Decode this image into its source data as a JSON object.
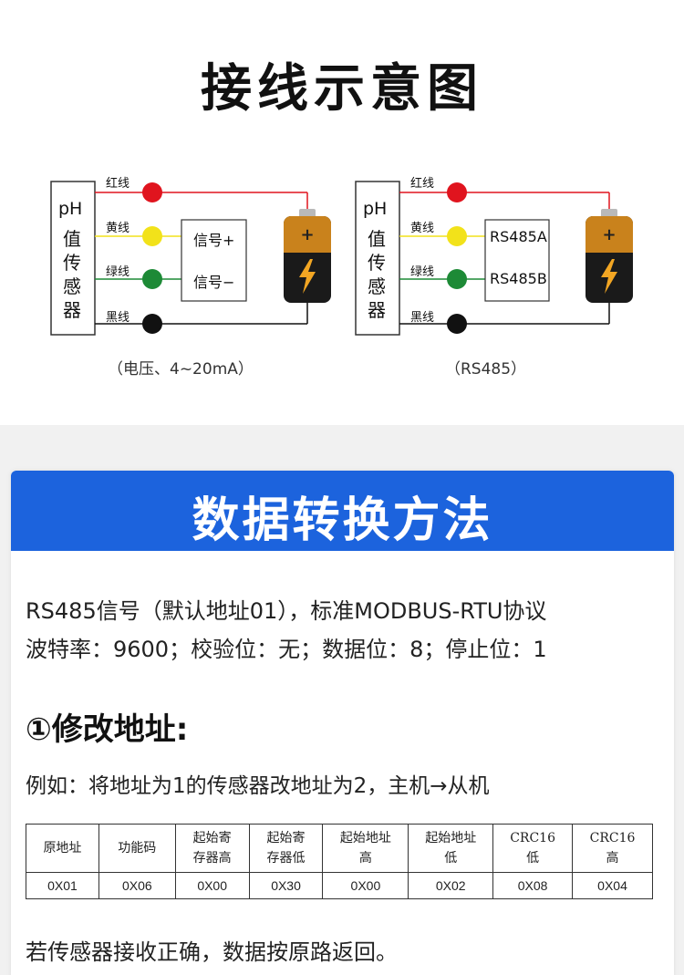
{
  "header": {
    "title": "接线示意图"
  },
  "diagram_left": {
    "sensor_label_top": "pH",
    "sensor_label_chars": [
      "值",
      "传",
      "感",
      "器"
    ],
    "wires": [
      "红线",
      "黄线",
      "绿线",
      "黑线"
    ],
    "terminals": [
      "信号+",
      "信号−"
    ],
    "caption": "（电压、4~20mA）"
  },
  "diagram_right": {
    "sensor_label_top": "pH",
    "sensor_label_chars": [
      "值",
      "传",
      "感",
      "器"
    ],
    "wires": [
      "红线",
      "黄线",
      "绿线",
      "黑线"
    ],
    "terminals": [
      "RS485A",
      "RS485B"
    ],
    "caption": "（RS485）"
  },
  "colors": {
    "red_wire": "#e0141e",
    "yellow_wire": "#f2e21a",
    "green_wire": "#1d8a36",
    "black_wire": "#111111",
    "banner": "#1c63dd"
  },
  "conversion": {
    "title": "数据转换方法",
    "line1": "RS485信号（默认地址01），标准MODBUS-RTU协议",
    "line2": "波特率：9600；校验位：无；数据位：8；停止位：1",
    "section_heading": "①修改地址:",
    "example": "例如：将地址为1的传感器改地址为2，主机→从机",
    "table": {
      "headers": [
        "原地址",
        "功能码",
        "起始寄\n存器高",
        "起始寄\n存器低",
        "起始地址\n高",
        "起始地址\n低",
        "CRC16\n低",
        "CRC16\n高"
      ],
      "values": [
        "0X01",
        "0X06",
        "0X00",
        "0X30",
        "0X00",
        "0X02",
        "0X08",
        "0X04"
      ]
    },
    "footer": "若传感器接收正确，数据按原路返回。"
  }
}
